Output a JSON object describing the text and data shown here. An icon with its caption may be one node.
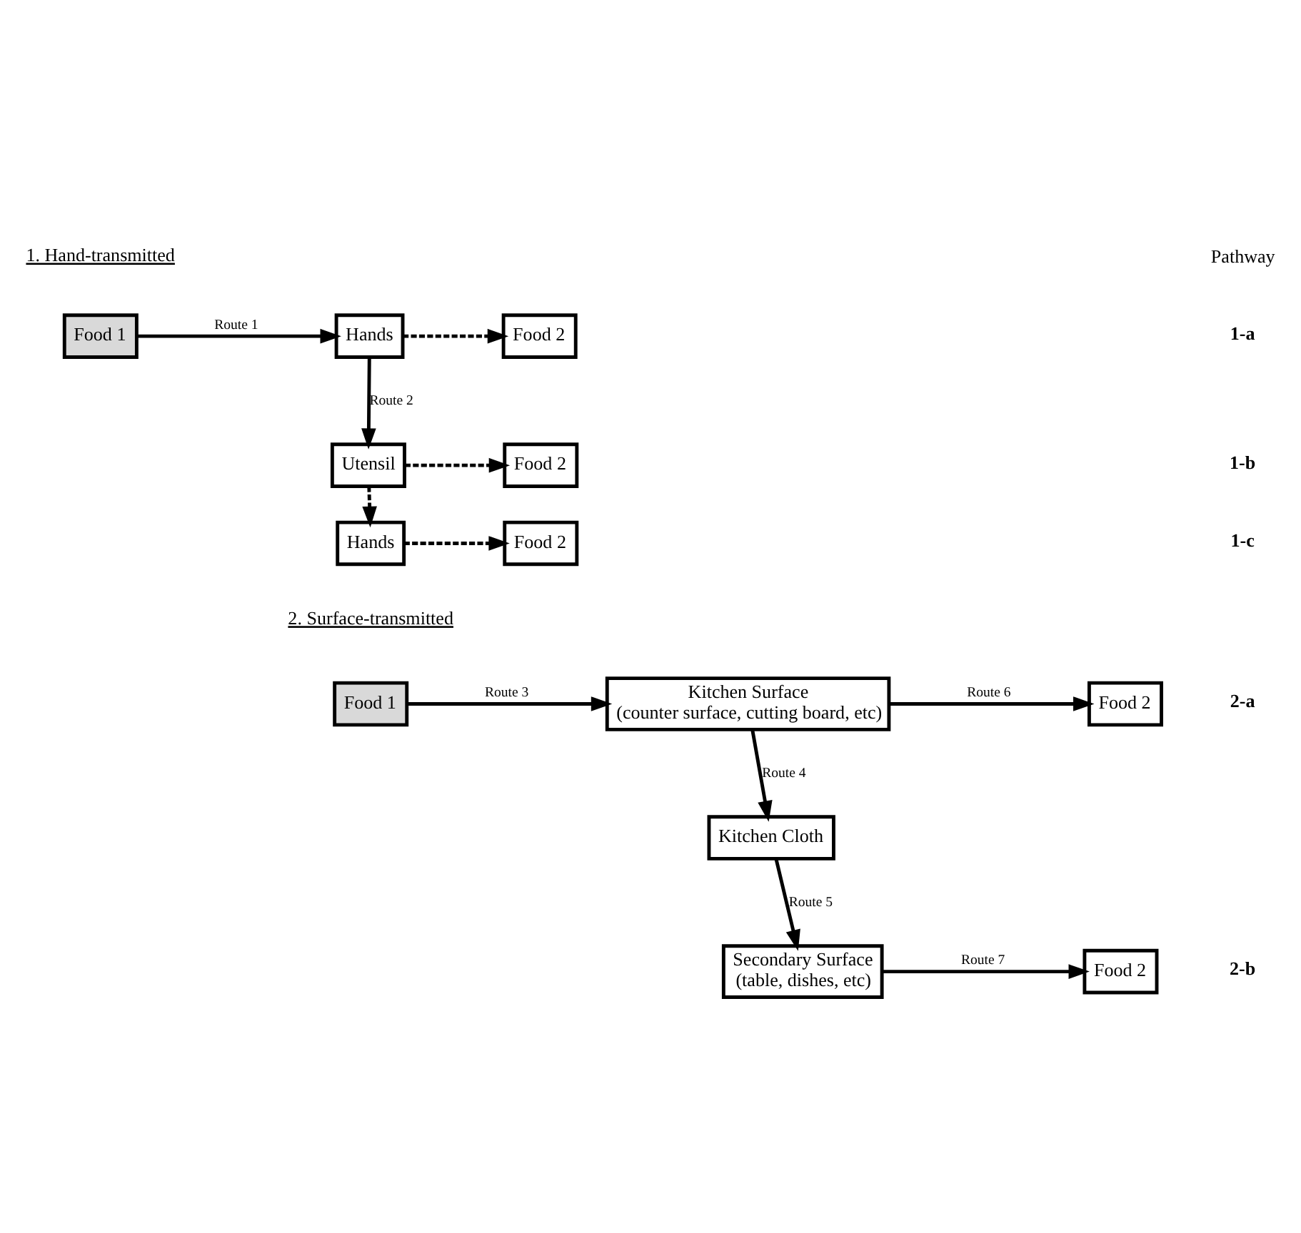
{
  "diagram": {
    "nodes": [
      {
        "text": [
          "Food 1"
        ]
      },
      {
        "text": [
          "Hands"
        ]
      },
      {
        "text": [
          "Food 2"
        ]
      },
      {
        "text": [
          "Utensil"
        ]
      },
      {
        "text": [
          "Food 2"
        ]
      },
      {
        "text": [
          "Hands"
        ]
      },
      {
        "text": [
          "Food 2"
        ]
      },
      {
        "text": [
          "Food 1"
        ]
      },
      {
        "text": [
          "Kitchen Surface",
          "(counter surface, cutting board, etc)"
        ]
      },
      {
        "text": [
          "Food 2"
        ]
      },
      {
        "text": [
          "Kitchen Cloth"
        ]
      },
      {
        "text": [
          "Secondary Surface",
          "(table, dishes, etc)"
        ]
      },
      {
        "text": [
          "Food 2"
        ]
      }
    ],
    "edges": [
      {
        "from": 0,
        "to": 1,
        "arrow": "to",
        "label": "Route 1"
      },
      {
        "from": 1,
        "to": 2,
        "arrow": "to",
        "style": "dashed"
      },
      {
        "from": 1,
        "to": 3,
        "arrow": "to",
        "label": "Route 2"
      },
      {
        "from": 3,
        "to": 4,
        "arrow": "to",
        "style": "dashed"
      },
      {
        "from": 3,
        "to": 5,
        "arrow": "to",
        "style": "dashed"
      },
      {
        "from": 5,
        "to": 6,
        "arrow": "to",
        "style": "dashed"
      },
      {
        "from": 7,
        "to": 8,
        "arrow": "to",
        "label": "Route 3"
      },
      {
        "from": 8,
        "to": 9,
        "arrow": "to",
        "label": "Route 6"
      },
      {
        "from": 8,
        "to": 10,
        "arrow": "to",
        "label": "Route 4"
      },
      {
        "from": 10,
        "to": 11,
        "arrow": "to",
        "label": "Route 5"
      },
      {
        "from": 11,
        "to": 12,
        "arrow": "to",
        "label": "Route 7"
      }
    ],
    "labels": [
      "Pathway",
      "1. Hand-transmitted",
      "1-a",
      "1-b",
      "1-c",
      "2. Surface-transmitted",
      "2-a",
      "2-b"
    ]
  }
}
